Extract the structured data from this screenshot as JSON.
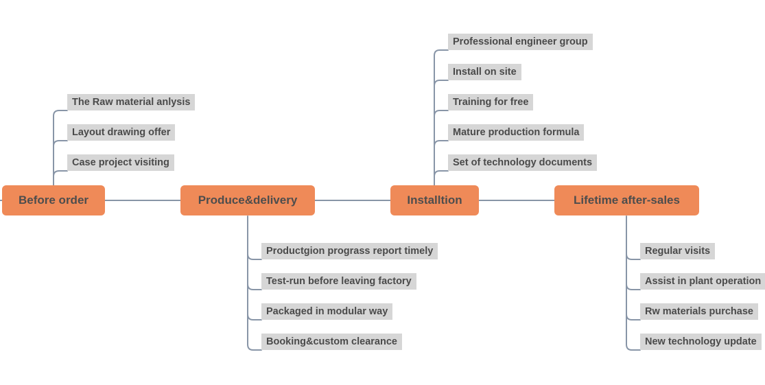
{
  "stages": [
    {
      "label": "Before order"
    },
    {
      "label": "Produce&delivery"
    },
    {
      "label": "Installtion"
    },
    {
      "label": "Lifetime after-sales"
    }
  ],
  "before_order_items": [
    "The Raw material anlysis",
    "Layout drawing offer",
    "Case project visiting"
  ],
  "produce_items": [
    "Productgion prograss report timely",
    "Test-run before leaving factory",
    "Packaged in modular way",
    "Booking&custom clearance"
  ],
  "installation_items": [
    "Professional engineer group",
    "Install on site",
    "Training for free",
    "Mature production formula",
    "Set of technology documents"
  ],
  "aftersales_items": [
    "Regular visits",
    "Assist in plant operation",
    "Rw materials purchase",
    "New technology update"
  ],
  "colors": {
    "stage_fill": "#ef8a58",
    "item_fill": "#d6d6d6",
    "connector": "#8895a7"
  }
}
